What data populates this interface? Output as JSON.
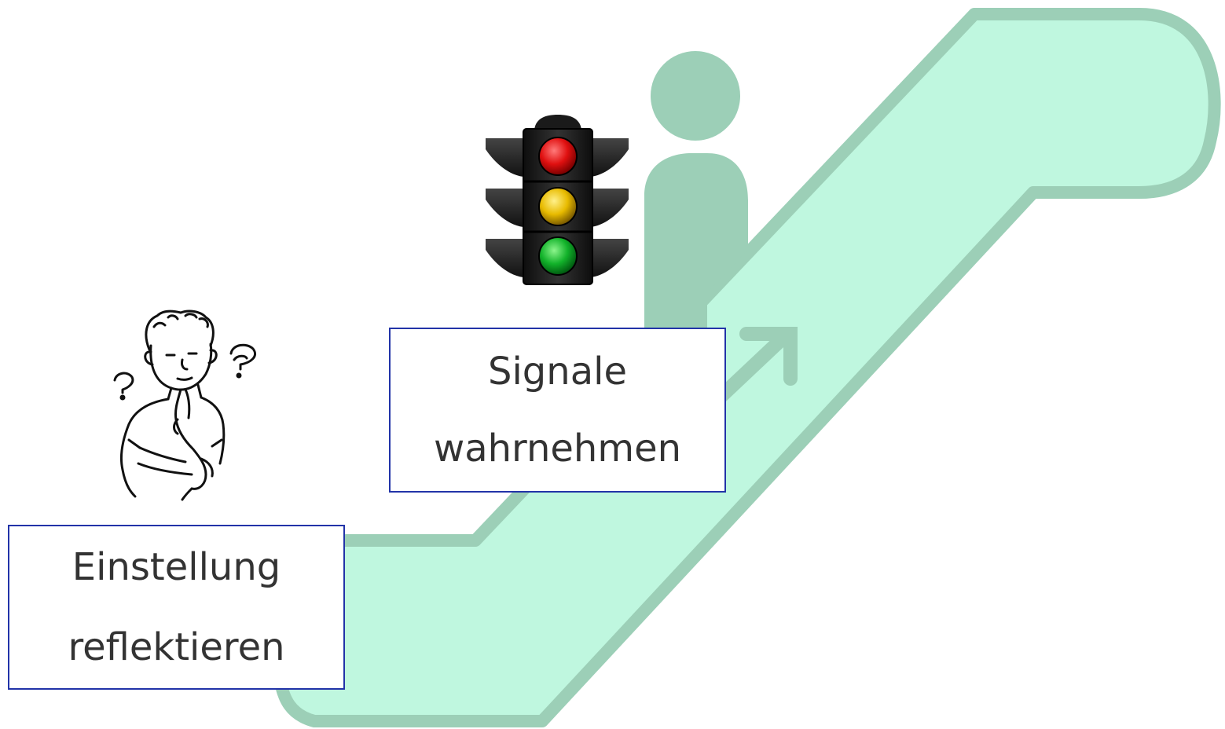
{
  "colors": {
    "escalator_fill": "#bff7df",
    "escalator_outline": "#9ccfb7",
    "box_border": "#2233a8",
    "text": "#333333",
    "light_red": "#e01010",
    "light_yellow": "#e8bb00",
    "light_green": "#12b22a",
    "traffic_light_body": "#1a1a1a"
  },
  "icons": {
    "background": "escalator-icon",
    "signal": "traffic-light-icon",
    "thinking": "thinking-person-icon"
  },
  "steps": [
    {
      "lines": [
        "Signale",
        "wahrnehmen"
      ]
    },
    {
      "lines": [
        "Einstellung",
        "reflektieren"
      ]
    }
  ]
}
